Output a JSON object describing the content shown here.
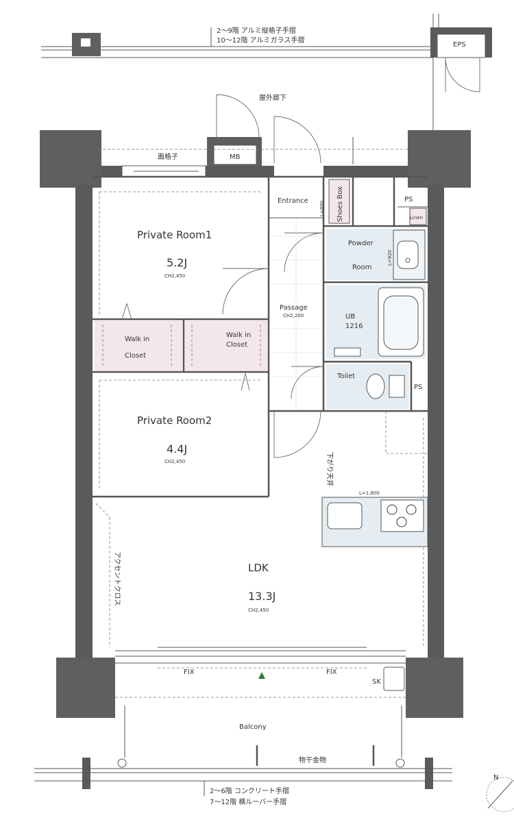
{
  "header": {
    "rail_upper_line1": "2～9階 アルミ縦格子手摺",
    "rail_upper_line2": "10～12階 アルミガラス手摺",
    "corridor": "屋外廊下",
    "eps": "EPS",
    "mb": "MB",
    "lattice": "面格子"
  },
  "rooms": {
    "private1": {
      "name": "Private Room1",
      "size": "5.2J",
      "ceiling": "CH2,450"
    },
    "private2": {
      "name": "Private Room2",
      "size": "4.4J",
      "ceiling": "CH2,450"
    },
    "ldk": {
      "name": "LDK",
      "size": "13.3J",
      "ceiling": "CH2,450"
    },
    "walkin1": {
      "line1": "Walk in",
      "line2": "Closet"
    },
    "walkin2": {
      "line1": "Walk in",
      "line2": "Closet"
    },
    "entrance": "Entrance",
    "shoes_box": "Shoes Box",
    "shoes_dim": "L=800",
    "passage": {
      "name": "Passage",
      "ceiling": "CH2,200"
    },
    "powder": {
      "line1": "Powder",
      "line2": "Room",
      "dim": "L=920"
    },
    "ub": {
      "line1": "UB",
      "line2": "1216"
    },
    "toilet": "Toilet",
    "ps_top": "PS",
    "ps_side": "PS",
    "linen": "Linen",
    "kitchen_dim": "L=1,800",
    "lowered_ceiling": "下がり天井",
    "accent_cloth": "アクセントクロス"
  },
  "balcony": {
    "name": "Balcony",
    "fix_left": "FIX",
    "fix_right": "FIX",
    "sk": "SK",
    "drying_hardware": "物干金物",
    "rail_lower_line1": "2～6階 コンクリート手摺",
    "rail_lower_line2": "7～12階 横ルーバー手摺"
  },
  "compass": {
    "label": "N"
  },
  "colors": {
    "wall": "#5a5a5a",
    "wet_area": "#e5edf3",
    "closet": "#f3e7ea",
    "marker": "#2e7d32"
  }
}
